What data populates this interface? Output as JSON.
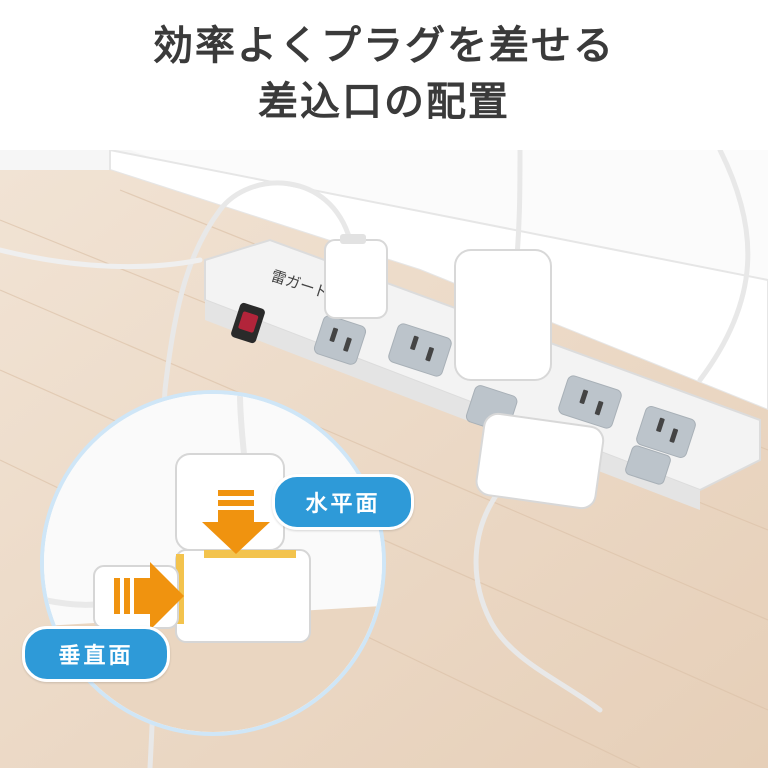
{
  "headline": {
    "line1": "効率よくプラグを差せる",
    "line2": "差込口の配置"
  },
  "callouts": {
    "horizontal": "水平面",
    "vertical": "垂直面"
  },
  "power_strip_label": "雷ガード",
  "colors": {
    "callout": "#2e9ad8",
    "arrow": "#f0930f",
    "floor": "#ead7c3",
    "wall": "#f4f4f4",
    "switch": "#b2243a",
    "outlet": "#b9c1c8"
  }
}
